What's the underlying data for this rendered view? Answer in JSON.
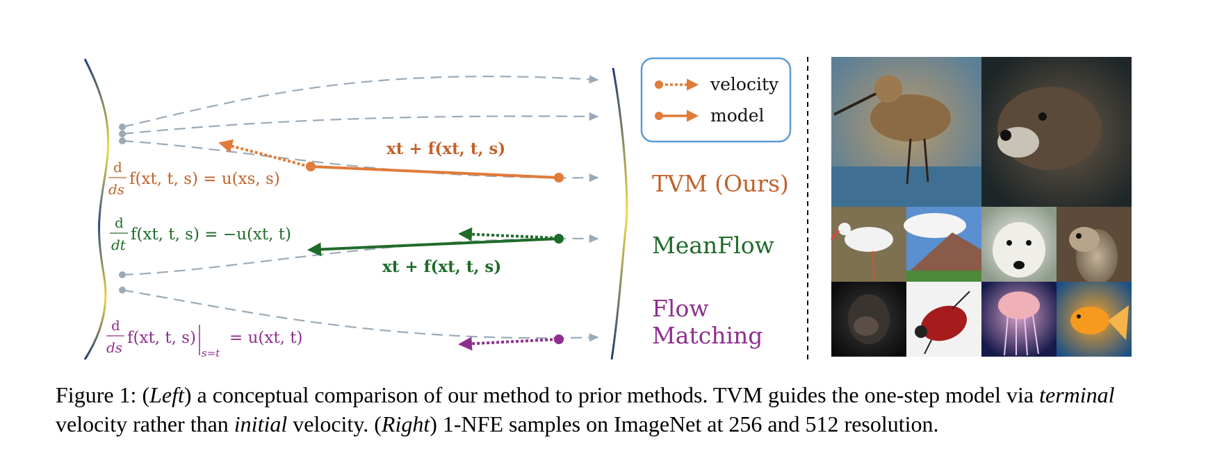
{
  "legend": {
    "velocity_label": "velocity",
    "model_label": "model"
  },
  "methods": {
    "tvm": "TVM (Ours)",
    "meanflow": "MeanFlow",
    "flow_matching_line1": "Flow",
    "flow_matching_line2": "Matching"
  },
  "equations": {
    "tvm_eq_d": "d",
    "tvm_eq_ds": "ds",
    "tvm_eq_body": "f(xt, t, s) = u(xs, s)",
    "tvm_jump": "xt + f(xt, t, s)",
    "mf_eq_d": "d",
    "mf_eq_dt": "dt",
    "mf_eq_body": "f(xt, t, s) = −u(xt, t)",
    "mf_jump": "xt + f(xt, t, s)",
    "fm_eq_d": "d",
    "fm_eq_ds": "ds",
    "fm_eq_body": "f(xt, t, s)",
    "fm_eq_sub": "s=t",
    "fm_eq_rhs": "= u(xt, t)"
  },
  "colors": {
    "tvm": "#e07b39",
    "meanflow": "#1f6b2a",
    "flow_matching": "#8e2f8e",
    "trajectory": "#9aaab8",
    "legend_border": "#5b9bd5"
  },
  "samples": {
    "description_items": [
      "sandpiper",
      "otter",
      "stork",
      "volcano",
      "polar bear",
      "meerkat",
      "chimpanzee",
      "beetle",
      "jellyfish",
      "goldfish"
    ]
  },
  "caption": {
    "prefix": "Figure 1: (",
    "left": "Left",
    "part1": ") a conceptual comparison of our method to prior methods. TVM guides the one-step model via ",
    "terminal": "terminal",
    "part2": " velocity rather than ",
    "initial": "initial",
    "part3": " velocity. (",
    "right": "Right",
    "part4": ") 1-NFE samples on ImageNet at 256 and 512 resolution."
  }
}
